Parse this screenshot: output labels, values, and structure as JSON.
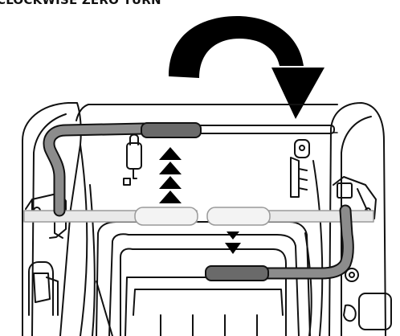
{
  "title": "CLOCKWISE ZERO TURN",
  "colors": {
    "line": "#111111",
    "lever_gray": "#8c8c8c",
    "lever_grip": "#6a6a6a",
    "ghost_bar": "#e9e9e9",
    "background": "#ffffff"
  },
  "icons": {
    "rotation_arrow": "clockwise-arrow",
    "up_arrows": "triangle-up-stack",
    "down_arrows": "triangle-down-stack"
  }
}
